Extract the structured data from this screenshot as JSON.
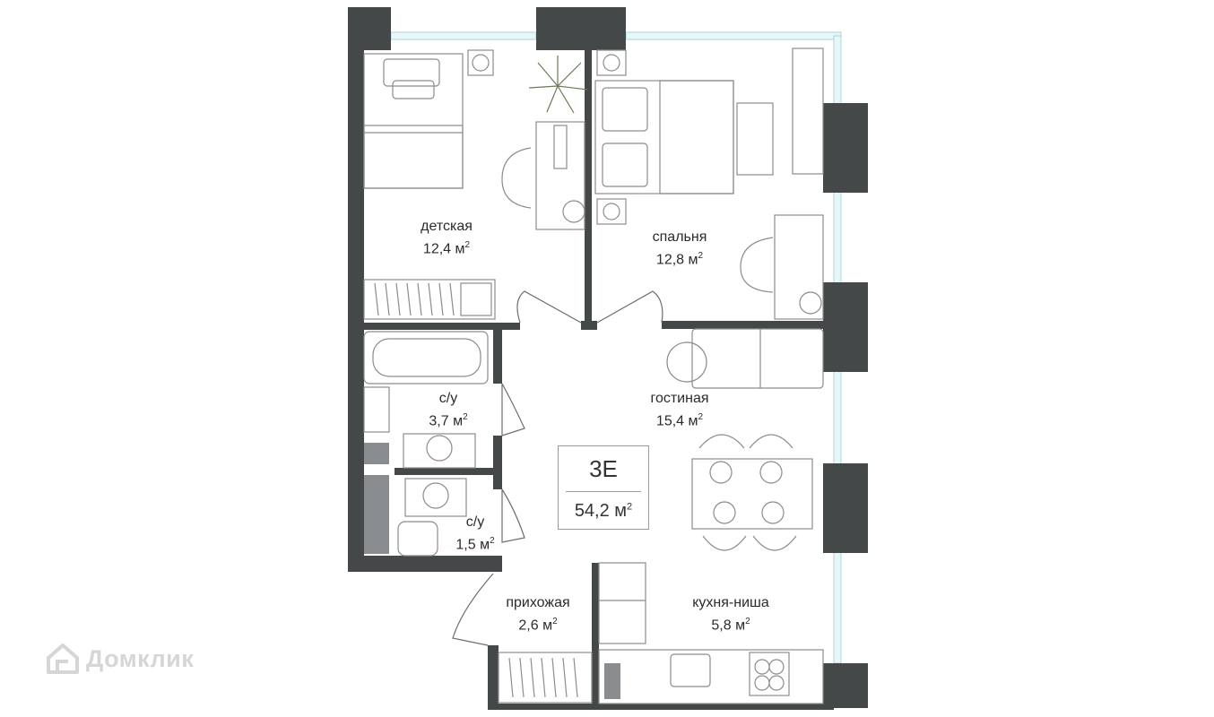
{
  "apartment": {
    "type": "3Е",
    "area_value": "54,2 м",
    "area_sup": "2"
  },
  "rooms": {
    "kids": {
      "name": "детская",
      "area": "12,4 м",
      "sup": "2"
    },
    "bedroom": {
      "name": "спальня",
      "area": "12,8 м",
      "sup": "2"
    },
    "bath1": {
      "name": "с/у",
      "area": "3,7 м",
      "sup": "2"
    },
    "living": {
      "name": "гостиная",
      "area": "15,4 м",
      "sup": "2"
    },
    "bath2": {
      "name": "с/у",
      "area": "1,5 м",
      "sup": "2"
    },
    "hall": {
      "name": "прихожая",
      "area": "2,6 м",
      "sup": "2"
    },
    "kitchen": {
      "name": "кухня-ниша",
      "area": "5,8 м",
      "sup": "2"
    }
  },
  "watermark": {
    "text": "Домклик",
    "icon": "house-icon"
  },
  "colors": {
    "wall": "#454849",
    "line": "#8c8c8c",
    "window": "#bfe3ea",
    "shaft": "#8a8d8f"
  }
}
